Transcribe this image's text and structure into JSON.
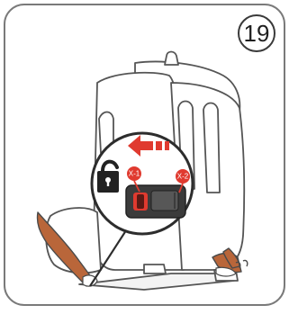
{
  "step": {
    "number": "19"
  },
  "labels": {
    "latch_left": "X-1",
    "latch_right": "X-2"
  },
  "icons": {
    "lock": "unlock-padlock-icon",
    "direction": "slide-left-arrow-icon"
  },
  "colors": {
    "accent": "#e03a2f",
    "outline": "#4a4a4a",
    "skin": "#b9663a",
    "panel": "#3b3b3b"
  }
}
